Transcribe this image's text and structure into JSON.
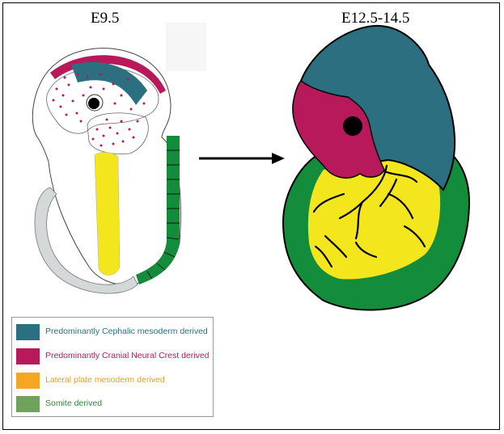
{
  "labels": {
    "left_stage": "E9.5",
    "right_stage": "E12.5-14.5"
  },
  "colors": {
    "cephalic_mesoderm": "#2b6f80",
    "cranial_neural_crest": "#b8195a",
    "lateral_plate": "#f4e61c",
    "somite": "#138c3c",
    "legend_lateral_swatch": "#f6a623",
    "legend_somite_swatch": "#6fa35b",
    "tail_grey": "#d4d8d8"
  },
  "legend": {
    "items": [
      {
        "text": "Predominantly Cephalic mesoderm derived",
        "swatch": "#2b6f80",
        "text_color": "#2b6f80"
      },
      {
        "text": "Predominantly Cranial Neural Crest derived",
        "swatch": "#b8195a",
        "text_color": "#b8195a"
      },
      {
        "text": "Lateral plate mesoderm derived",
        "swatch": "#f6a623",
        "text_color": "#e8a11d"
      },
      {
        "text": "Somite derived",
        "swatch": "#6fa35b",
        "text_color": "#2e8b3c"
      }
    ]
  }
}
